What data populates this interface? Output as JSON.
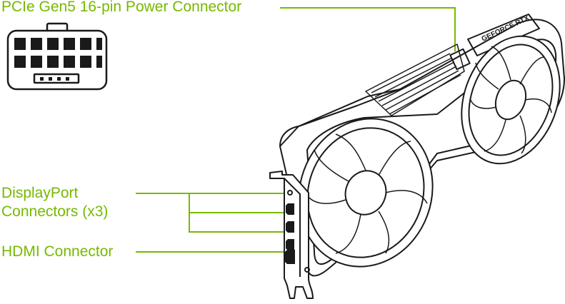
{
  "labels": {
    "power_connector": "PCIe Gen5 16-pin Power Connector",
    "displayport_line1": "DisplayPort",
    "displayport_line2": "Connectors (x3)",
    "hdmi_connector": "HDMI Connector"
  },
  "card": {
    "brand_text": "GEFORCE RTX"
  },
  "colors": {
    "accent": "#76b900",
    "line_art": "#1a1a1a",
    "background": "#ffffff"
  }
}
